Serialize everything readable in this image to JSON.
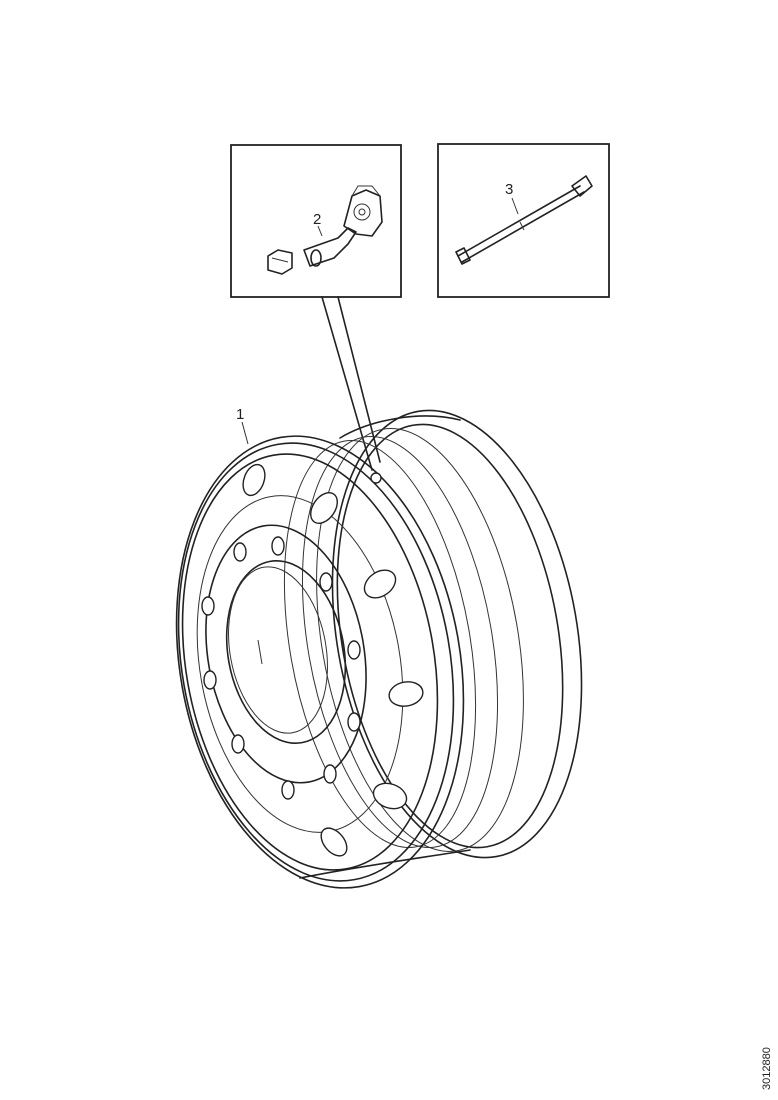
{
  "diagram": {
    "callouts": [
      {
        "id": "wheel-rim",
        "label": "1"
      },
      {
        "id": "valve",
        "label": "2"
      },
      {
        "id": "valve-extension",
        "label": "3"
      }
    ],
    "figure_code": "3012880"
  }
}
